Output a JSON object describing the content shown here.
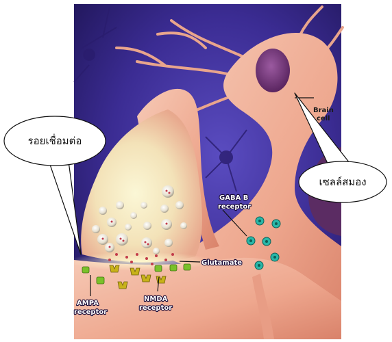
{
  "labels": {
    "brain_cell_line1": "Brain",
    "brain_cell_line2": "cell",
    "gaba_line1": "GABA B",
    "gaba_line2": "receptor",
    "glutamate": "Glutamate",
    "ampa_line1": "AMPA",
    "ampa_line2": "receptor",
    "nmda_line1": "NMDA",
    "nmda_line2": "receptor"
  },
  "callouts": {
    "synapse": "รอยเชื่อมต่อ",
    "brain_cell": "เซลล์สมอง"
  },
  "colors": {
    "background": "#3a2a8a",
    "neuron": "#f2b7a0",
    "nucleus": "#7a3b7e",
    "vesicle": "#e9e3d0",
    "gaba_receptor": "#29b7a8",
    "ampa_receptor": "#7ac12a",
    "nmda_receptor": "#c8b21a"
  }
}
